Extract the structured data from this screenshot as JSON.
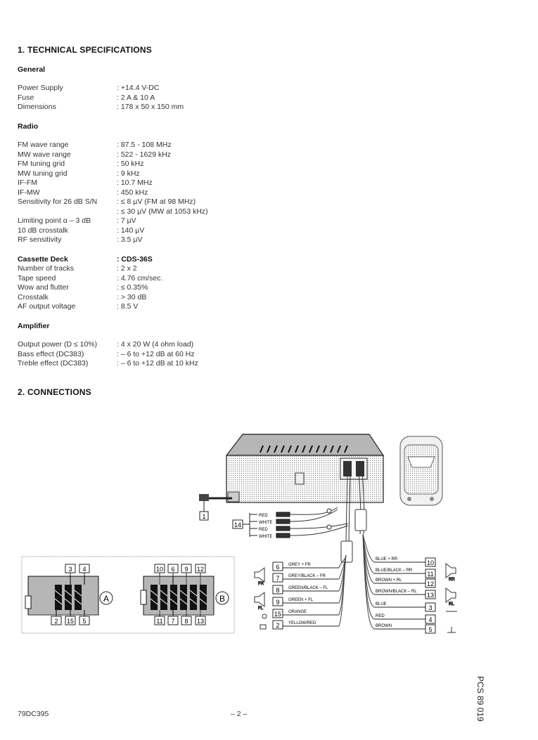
{
  "section1": "1. TECHNICAL SPECIFICATIONS",
  "general": {
    "title": "General",
    "rows": [
      {
        "label": "Power Supply",
        "value": ": +14.4 V-DC"
      },
      {
        "label": "Fuse",
        "value": ": 2 A & 10 A"
      },
      {
        "label": "Dimensions",
        "value": ": 178 x 50 x 150 mm"
      }
    ]
  },
  "radio": {
    "title": "Radio",
    "rows": [
      {
        "label": "FM wave range",
        "value": ": 87.5 - 108 MHz"
      },
      {
        "label": "MW wave range",
        "value": ": 522 - 1629 kHz"
      },
      {
        "label": "FM tuning grid",
        "value": ": 50 kHz"
      },
      {
        "label": "MW tuning grid",
        "value": ": 9 kHz"
      },
      {
        "label": "IF-FM",
        "value": ": 10.7 MHz"
      },
      {
        "label": "IF-MW",
        "value": ": 450 kHz"
      },
      {
        "label": "Sensitivity for 26 dB S/N",
        "value": ": ≤ 8 µV (FM at 98 MHz)"
      },
      {
        "label": "",
        "value": ": ≤ 30 µV (MW at 1053 kHz)"
      },
      {
        "label": "Limiting point α – 3 dB",
        "value": ": 7 µV"
      },
      {
        "label": "10 dB crosstalk",
        "value": ": 140 µV"
      },
      {
        "label": "RF sensitivity",
        "value": ": 3.5 µV"
      }
    ]
  },
  "cassette": {
    "title": "Cassette Deck",
    "model": ": CDS-36S",
    "rows": [
      {
        "label": "Number of tracks",
        "value": ": 2 x 2"
      },
      {
        "label": "Tape speed",
        "value": ": 4.76 cm/sec."
      },
      {
        "label": "Wow and flutter",
        "value": ": ≤ 0.35%"
      },
      {
        "label": "Crosstalk",
        "value": ": > 30 dB"
      },
      {
        "label": "AF output voltage",
        "value": ": 8.5 V"
      }
    ]
  },
  "amplifier": {
    "title": "Amplifier",
    "rows": [
      {
        "label": "Output power (D ≤ 10%)",
        "value": ": 4 x 20 W (4 ohm load)"
      },
      {
        "label": "Bass effect (DC383)",
        "value": ": – 6 to +12 dB at 60 Hz"
      },
      {
        "label": "Treble effect (DC383)",
        "value": ": – 6 to +12 dB at 10 kHz"
      }
    ]
  },
  "section2": "2. CONNECTIONS",
  "diagram": {
    "lead1": "1",
    "lead14": "14",
    "rca_labels": [
      "RED",
      "WHITE",
      "RED",
      "WHITE"
    ],
    "conn_a": {
      "top": [
        "3",
        "4"
      ],
      "bottom": [
        "2",
        "15",
        "5"
      ],
      "letter": "A"
    },
    "conn_b": {
      "top": [
        "10",
        "6",
        "9",
        "12"
      ],
      "bottom": [
        "11",
        "7",
        "8",
        "13"
      ],
      "letter": "B"
    },
    "left_wires": [
      {
        "num": "6",
        "label": "GREY + FR"
      },
      {
        "num": "7",
        "label": "GREY/BLACK – FR"
      },
      {
        "num": "8",
        "label": "GREEN/BLACK – FL"
      },
      {
        "num": "9",
        "label": "GREEN + FL"
      },
      {
        "num": "15",
        "label": "ORANGE"
      },
      {
        "num": "2",
        "label": "YELLOW/RED"
      }
    ],
    "right_wires": [
      {
        "num": "10",
        "label": "BLUE + RR"
      },
      {
        "num": "11",
        "label": "BLUE/BLACK – RR"
      },
      {
        "num": "12",
        "label": "BROWN + RL"
      },
      {
        "num": "13",
        "label": "BROWN/BLACK – RL"
      },
      {
        "num": "3",
        "label": "BLUE"
      },
      {
        "num": "4",
        "label": "RED"
      },
      {
        "num": "5",
        "label": "BROWN"
      }
    ],
    "spk_labels": {
      "fr": "FR",
      "fl": "FL",
      "rr": "RR",
      "rl": "RL"
    }
  },
  "footer": {
    "left": "79DC395",
    "center": "– 2 –",
    "right": "PCS 89 019"
  }
}
